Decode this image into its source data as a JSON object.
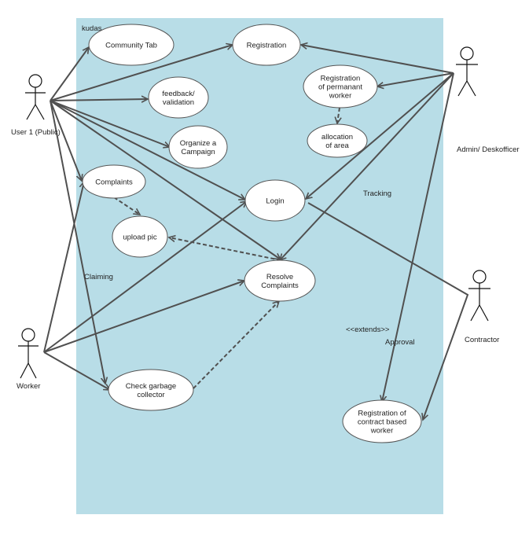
{
  "diagram": {
    "boundary_label": "kudas",
    "colors": {
      "boundary_fill": "#b8dde7",
      "edge": "#505050",
      "ellipse_stroke": "#555555"
    },
    "actors": {
      "user": "User 1 (Public)",
      "worker": "Worker",
      "admin": "Admin/ Deskofficer",
      "contractor": "Contractor"
    },
    "usecases": {
      "community": [
        "Community Tab"
      ],
      "registration": [
        "Registration"
      ],
      "feedback": [
        "feedback/",
        "validation"
      ],
      "perm": [
        "Registration",
        "of  permanant",
        "worker"
      ],
      "campaign": [
        "Organize a",
        "Campaign"
      ],
      "alloc": [
        "allocation",
        "of area"
      ],
      "complaints": [
        "Complaints"
      ],
      "login": [
        "Login"
      ],
      "upload": [
        "upload pic"
      ],
      "resolve": [
        "Resolve",
        "Complaints"
      ],
      "garbage": [
        "Check garbage",
        "collector"
      ],
      "contract": [
        "Registration of",
        "contract based",
        "worker"
      ]
    },
    "labels": {
      "claiming": "Claiming",
      "tracking": "Tracking",
      "extends": "<<extends>>",
      "approval": "Approval"
    }
  }
}
